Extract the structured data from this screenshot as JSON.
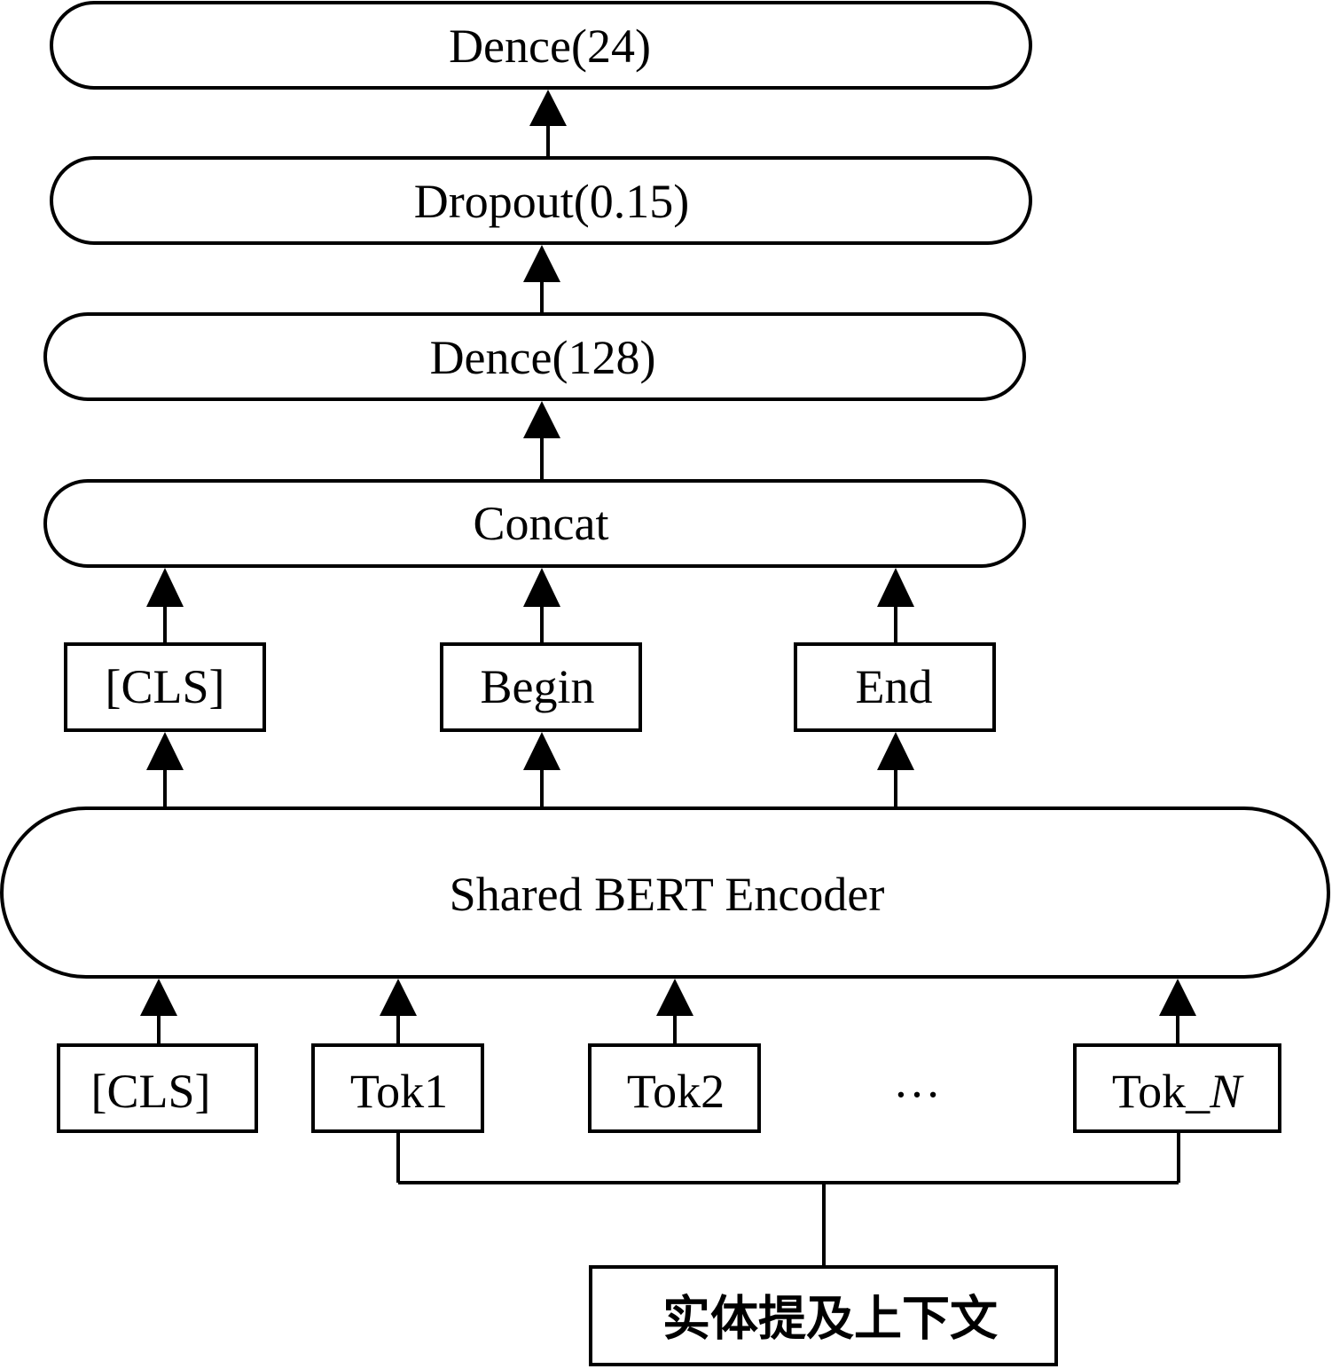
{
  "layers": {
    "dense24": "Dence(24)",
    "dropout": "Dropout(0.15)",
    "dense128": "Dence(128)",
    "concat": "Concat"
  },
  "selected": {
    "cls": "[CLS]",
    "begin": "Begin",
    "end": "End"
  },
  "encoder": "Shared BERT Encoder",
  "inputs": {
    "cls": "[CLS]",
    "tok1": "Tok1",
    "tok2": "Tok2",
    "ellipsis": "…",
    "tokn_prefix": "Tok_",
    "tokn_suffix": "N"
  },
  "context": "实体提及上下文"
}
